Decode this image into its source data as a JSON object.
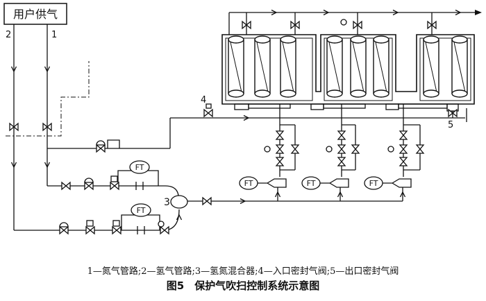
{
  "diagram": {
    "supply_box_label": "用户供气",
    "pipe_label_2": "2",
    "pipe_label_1": "1",
    "mixer_label": "3",
    "inlet_valve_label": "4",
    "outlet_valve_label": "5",
    "flowmeter_label": "FT",
    "legend": "1—氮气管路;2—氢气管路;3—氢氮混合器;4—入口密封气阀;5—出口密封气阀",
    "caption": "图5　保护气吹扫控制系统示意图"
  }
}
